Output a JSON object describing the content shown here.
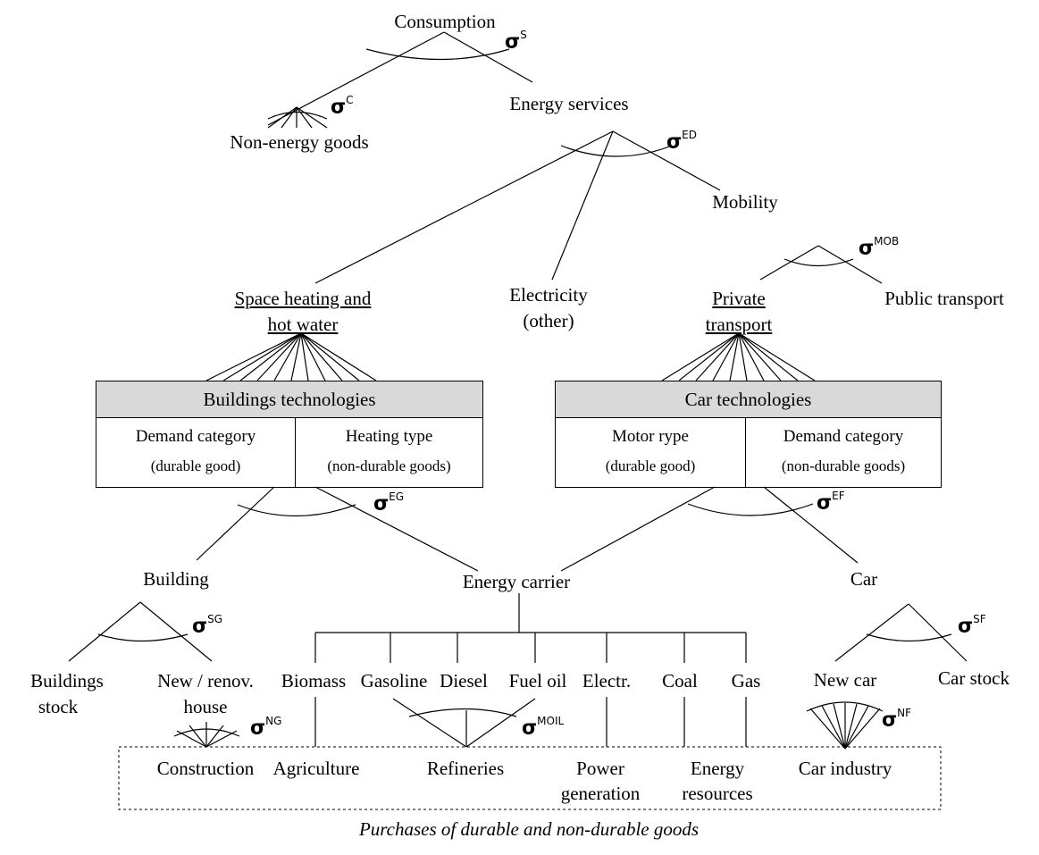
{
  "nodes": {
    "consumption": "Consumption",
    "energy_services": "Energy services",
    "non_energy_goods": "Non-energy goods",
    "mobility": "Mobility",
    "space_heating_line1": "Space heating and",
    "space_heating_line2": "hot water",
    "electricity_line1": "Electricity",
    "electricity_line2": "(other)",
    "private_transport_line1": "Private",
    "private_transport_line2": "transport",
    "public_transport": "Public transport",
    "building": "Building",
    "energy_carrier": "Energy carrier",
    "car": "Car",
    "buildings_stock_line1": "Buildings",
    "buildings_stock_line2": "stock",
    "new_renov_line1": "New / renov.",
    "new_renov_line2": "house",
    "new_car": "New car",
    "car_stock": "Car stock"
  },
  "buildings_box": {
    "title": "Buildings technologies",
    "left_line1": "Demand category",
    "left_line2": "(durable good)",
    "right_line1": "Heating type",
    "right_line2": "(non-durable goods)"
  },
  "car_box": {
    "title": "Car technologies",
    "left_line1": "Motor rype",
    "left_line2": "(durable good)",
    "right_line1": "Demand category",
    "right_line2": "(non-durable goods)"
  },
  "carriers": {
    "biomass": "Biomass",
    "gasoline": "Gasoline",
    "diesel": "Diesel",
    "fuel_oil": "Fuel oil",
    "electr": "Electr.",
    "coal": "Coal",
    "gas": "Gas"
  },
  "sectors": {
    "construction": "Construction",
    "agriculture": "Agriculture",
    "refineries": "Refineries",
    "power_line1": "Power",
    "power_line2": "generation",
    "energy_res_line1": "Energy",
    "energy_res_line2": "resources",
    "car_industry": "Car industry"
  },
  "sigmas": {
    "symbol": "σ",
    "s": "S",
    "c": "C",
    "ed": "ED",
    "mob": "MOB",
    "eg": "EG",
    "ef": "EF",
    "sg": "SG",
    "sf": "SF",
    "ng": "NG",
    "moil": "MOIL",
    "nf": "NF"
  },
  "caption": "Purchases of durable and non-durable goods"
}
